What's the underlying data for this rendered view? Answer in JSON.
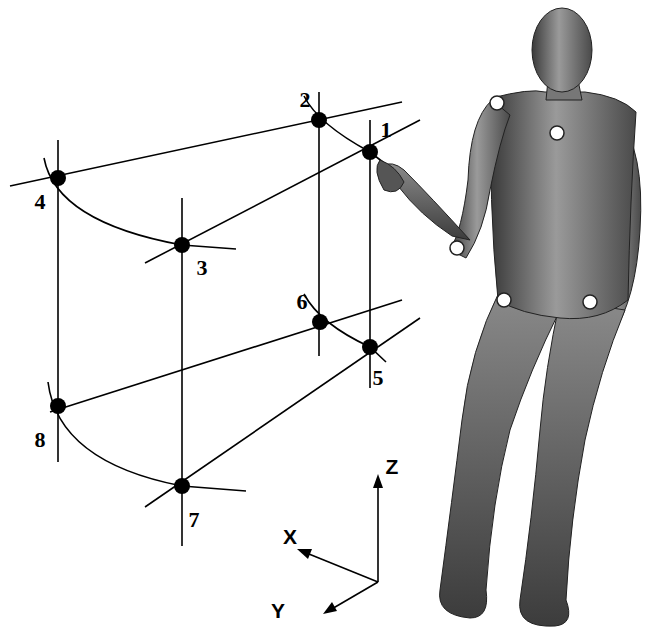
{
  "diagram": {
    "labels": [
      "2",
      "1",
      "4",
      "3",
      "6",
      "5",
      "8",
      "7",
      "Z",
      "X",
      "Y"
    ]
  }
}
